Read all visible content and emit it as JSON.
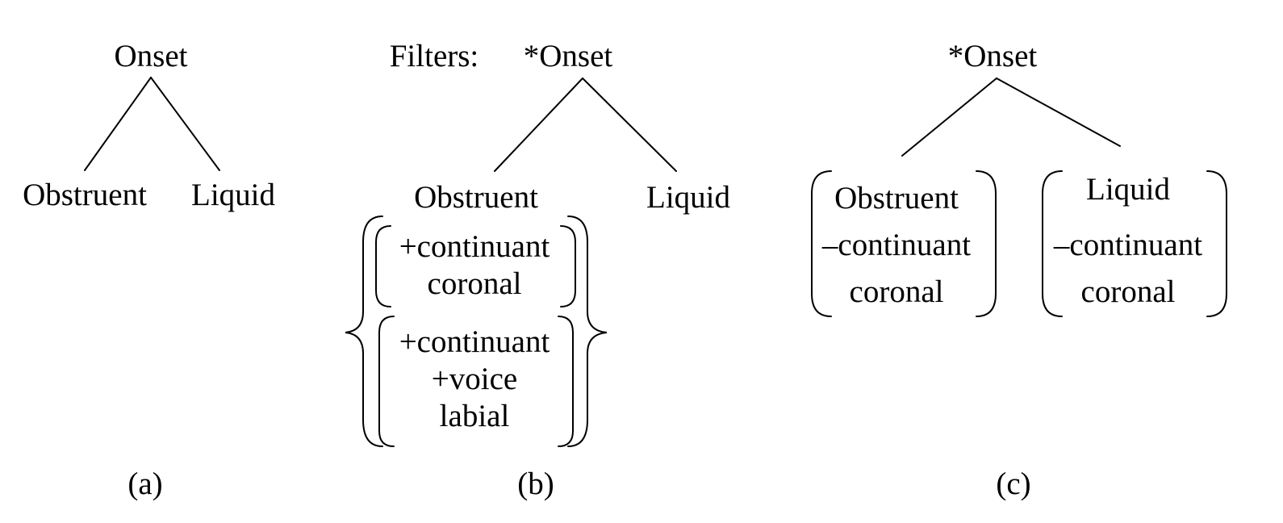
{
  "panel_a": {
    "root": "Onset",
    "left": "Obstruent",
    "right": "Liquid",
    "caption": "(a)"
  },
  "panel_b": {
    "filters_label": "Filters:",
    "root": "*Onset",
    "left": "Obstruent",
    "right": "Liquid",
    "option1": [
      "+continuant",
      "coronal"
    ],
    "option2": [
      "+continuant",
      "+voice",
      "labial"
    ],
    "caption": "(b)"
  },
  "panel_c": {
    "root": "*Onset",
    "left": [
      "Obstruent",
      "–continuant",
      "coronal"
    ],
    "right": [
      "Liquid",
      "–continuant",
      "coronal"
    ],
    "caption": "(c)"
  }
}
